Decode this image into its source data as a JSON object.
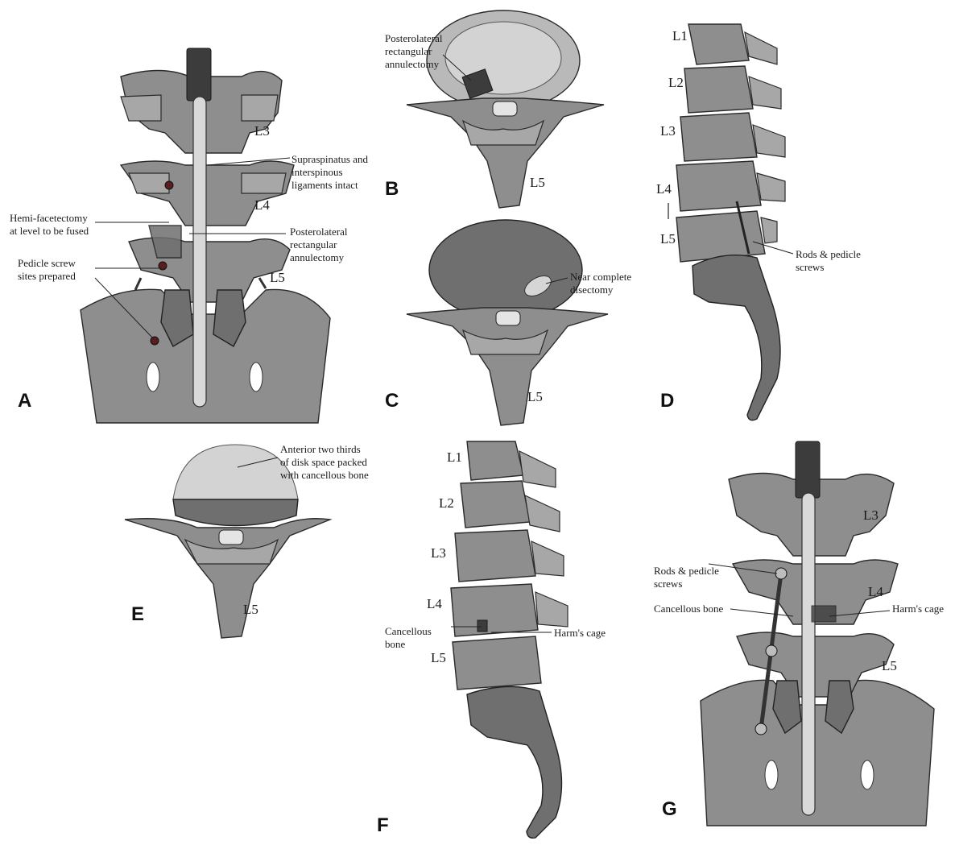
{
  "panels": {
    "A": {
      "letter": "A",
      "vertebra_labels": [
        "L3",
        "L4",
        "L5"
      ],
      "annotations": {
        "ligaments": [
          "Supraspinatus and",
          "interspinous",
          "ligaments intact"
        ],
        "hemi_facetectomy": [
          "Hemi-facetectomy",
          "at level to be fused"
        ],
        "annulectomy": [
          "Posterolateral",
          "rectangular",
          "annulectomy"
        ],
        "pedicle_sites": [
          "Pedicle screw",
          "sites prepared"
        ]
      }
    },
    "B": {
      "letter": "B",
      "vertebra_label": "L5",
      "annotation": [
        "Posterolateral",
        "rectangular",
        "annulectomy"
      ]
    },
    "C": {
      "letter": "C",
      "vertebra_label": "L5",
      "annotation": [
        "Near complete",
        "disectomy"
      ]
    },
    "D": {
      "letter": "D",
      "vertebra_labels": [
        "L1",
        "L2",
        "L3",
        "L4",
        "L5"
      ],
      "annotation": [
        "Rods & pedicle",
        "screws"
      ]
    },
    "E": {
      "letter": "E",
      "vertebra_label": "L5",
      "annotation": [
        "Anterior two thirds",
        "of disk space packed",
        "with cancellous bone"
      ]
    },
    "F": {
      "letter": "F",
      "vertebra_labels": [
        "L1",
        "L2",
        "L3",
        "L4",
        "L5"
      ],
      "annotations": {
        "cancellous": [
          "Cancellous",
          "bone"
        ],
        "cage": "Harm's cage"
      }
    },
    "G": {
      "letter": "G",
      "vertebra_labels": [
        "L3",
        "L4",
        "L5"
      ],
      "annotations": {
        "rods": [
          "Rods & pedicle",
          "screws"
        ],
        "cancellous": "Cancellous bone",
        "cage": "Harm's cage"
      }
    }
  }
}
